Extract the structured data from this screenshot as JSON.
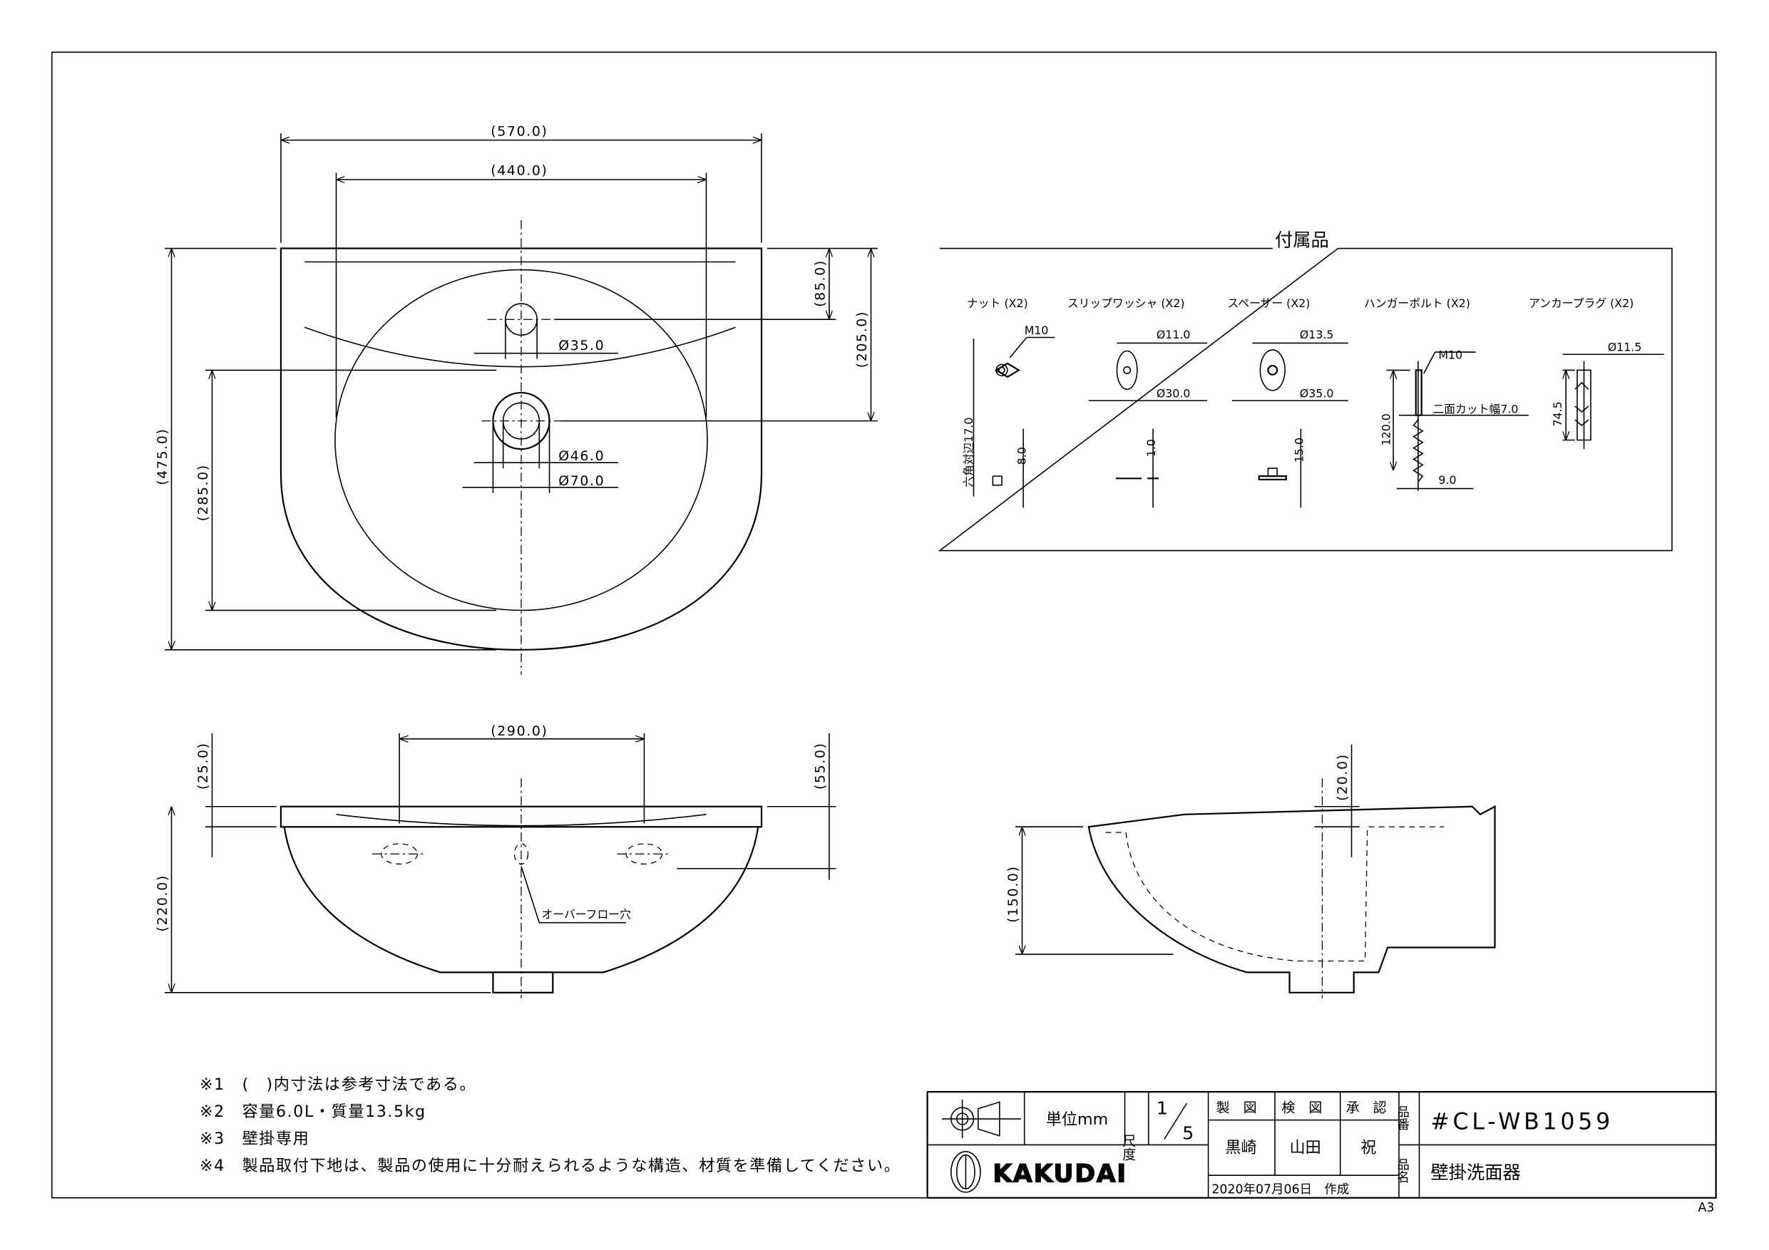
{
  "top_view": {
    "dims": {
      "width_outer": "(570.0)",
      "width_inner": "(440.0)",
      "depth": "(475.0)",
      "bowl_depth": "(285.0)",
      "tap_hole_pos": "(85.0)",
      "drain_pos": "(205.0)",
      "tap_hole": "Ø35.0",
      "drain_inner": "Ø46.0",
      "drain_outer": "Ø70.0"
    }
  },
  "front_view": {
    "dims": {
      "hole_spacing": "(290.0)",
      "rim": "(25.0)",
      "height": "(220.0)",
      "back": "(55.0)"
    },
    "overflow_label": "オーバーフロー穴"
  },
  "side_view": {
    "dims": {
      "top": "(20.0)",
      "height": "(150.0)"
    }
  },
  "accessories": {
    "title": "付属品",
    "items": [
      {
        "name": "ナット (X2)",
        "dims": [
          "M10",
          "六角対辺17.0",
          "8.0"
        ]
      },
      {
        "name": "スリップワッシャ (X2)",
        "dims": [
          "Ø11.0",
          "Ø30.0",
          "1.0"
        ]
      },
      {
        "name": "スペーサー (X2)",
        "dims": [
          "Ø13.5",
          "Ø35.0",
          "15.0"
        ]
      },
      {
        "name": "ハンガーボルト (X2)",
        "dims": [
          "M10",
          "120.0",
          "二面カット幅7.0",
          "9.0"
        ]
      },
      {
        "name": "アンカープラグ (X2)",
        "dims": [
          "Ø11.5",
          "74.5"
        ]
      }
    ]
  },
  "notes": [
    "※1　(　)内寸法は参考寸法である。",
    "※2　容量6.0L・質量13.5kg",
    "※3　壁掛専用",
    "※4　製品取付下地は、製品の使用に十分耐えられるような構造、材質を準備してください。"
  ],
  "title_block": {
    "unit": "単位mm",
    "scale_label": "尺度",
    "scale_num": "1",
    "scale_den": "5",
    "headers": [
      "製　図",
      "検　図",
      "承　認"
    ],
    "names": [
      "黒崎",
      "山田",
      "祝"
    ],
    "date": "2020年07月06日　作成",
    "part_no_label": "品番",
    "part_no": "#CL-WB1059",
    "part_name_label": "品名",
    "part_name": "壁掛洗面器",
    "brand": "KAKUDAI"
  },
  "sheet_size": "A3"
}
